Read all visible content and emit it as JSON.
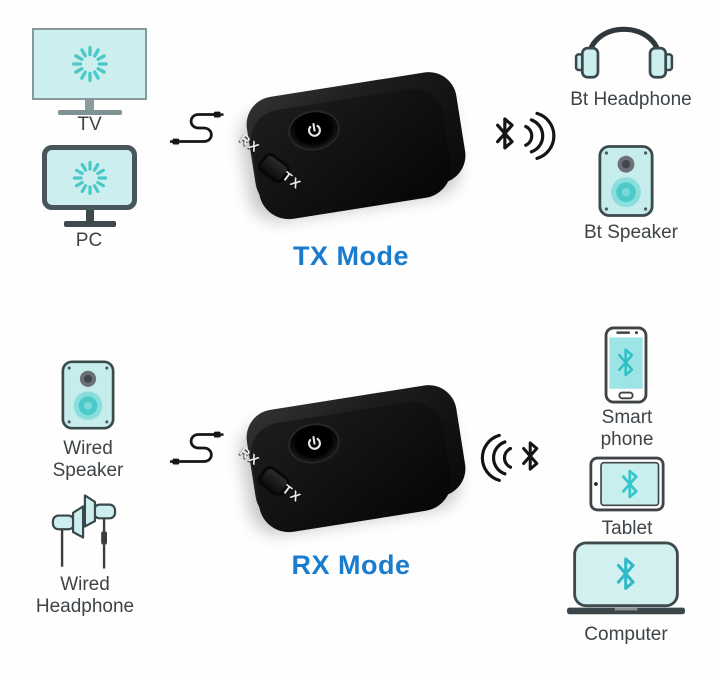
{
  "colors": {
    "mode_text_blue": "#1a7ccd",
    "screen_teal_fill": "#cdeeee",
    "teal_accent": "#45c9c9",
    "outline_dark": "#3d484b",
    "label_text": "#3d4347",
    "adapter_black": "#141414",
    "background": "#ffffff"
  },
  "icons": [
    "tv-icon",
    "pc-icon",
    "audio-cable-icon",
    "bt-adapter-device",
    "power-button-icon",
    "bluetooth-waves-right-icon",
    "headphone-icon",
    "speaker-icon",
    "earbuds-icon",
    "waves-left-bluetooth-icon",
    "smartphone-icon",
    "tablet-icon",
    "laptop-icon",
    "loading-spinner-icon"
  ],
  "tx_section": {
    "mode_label": "TX Mode",
    "sources": [
      {
        "label": "TV"
      },
      {
        "label": "PC"
      }
    ],
    "adapter": {
      "rx_label": "RX",
      "tx_label": "TX"
    },
    "targets": [
      {
        "label": "Bt Headphone"
      },
      {
        "label": "Bt Speaker"
      }
    ]
  },
  "rx_section": {
    "mode_label": "RX Mode",
    "sources": [
      {
        "label": "Wired Speaker"
      },
      {
        "label": "Wired Headphone"
      }
    ],
    "adapter": {
      "rx_label": "RX",
      "tx_label": "TX"
    },
    "targets": [
      {
        "label": "Smart phone"
      },
      {
        "label": "Tablet"
      },
      {
        "label": "Computer"
      }
    ]
  }
}
